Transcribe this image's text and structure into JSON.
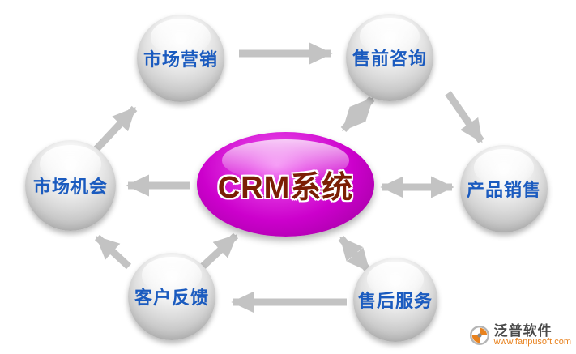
{
  "diagram": {
    "center": {
      "label": "CRM系统"
    },
    "nodes": [
      {
        "id": "marketing",
        "label": "市场营销"
      },
      {
        "id": "presales",
        "label": "售前咨询"
      },
      {
        "id": "opportunity",
        "label": "市场机会"
      },
      {
        "id": "product",
        "label": "产品销售"
      },
      {
        "id": "feedback",
        "label": "客户反馈"
      },
      {
        "id": "aftersales",
        "label": "售后服务"
      }
    ],
    "edges": [
      {
        "from": "marketing",
        "to": "presales",
        "bidirectional": false
      },
      {
        "from": "opportunity",
        "to": "marketing",
        "bidirectional": false
      },
      {
        "from": "presales",
        "to": "center",
        "bidirectional": true
      },
      {
        "from": "presales",
        "to": "product",
        "bidirectional": false
      },
      {
        "from": "center",
        "to": "product",
        "bidirectional": true
      },
      {
        "from": "center",
        "to": "aftersales",
        "bidirectional": true
      },
      {
        "from": "aftersales",
        "to": "feedback",
        "bidirectional": false
      },
      {
        "from": "feedback",
        "to": "center",
        "bidirectional": false
      },
      {
        "from": "center",
        "to": "opportunity",
        "bidirectional": false
      },
      {
        "from": "feedback",
        "to": "opportunity",
        "bidirectional": false
      }
    ]
  },
  "watermark": {
    "brand": "泛普软件",
    "url": "www.fanpusoft.com"
  },
  "colors": {
    "center_magenta": "#cc00cc",
    "node_text_blue": "#1b5bbf",
    "arrow_gray": "#c3c3c3",
    "brand_orange": "#e8821e"
  }
}
